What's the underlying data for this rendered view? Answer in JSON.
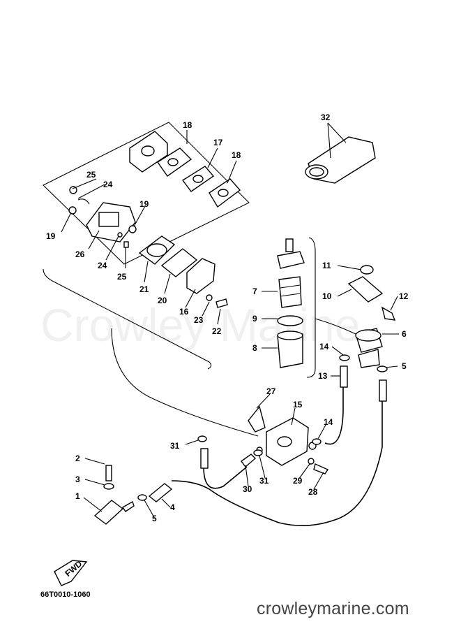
{
  "diagram": {
    "watermark": "Crowley Marine",
    "fwd_label": "FWD",
    "drawing_code": "66T0010-1060",
    "site": "crowleymarine.com",
    "colors": {
      "ink": "#000000",
      "watermark": "#e6e6e6",
      "site_text": "#444444"
    },
    "callouts": [
      "1",
      "2",
      "3",
      "4",
      "5",
      "5",
      "6",
      "7",
      "8",
      "9",
      "10",
      "11",
      "12",
      "13",
      "14",
      "14",
      "15",
      "16",
      "17",
      "18",
      "18",
      "19",
      "19",
      "20",
      "21",
      "22",
      "23",
      "24",
      "24",
      "25",
      "25",
      "26",
      "27",
      "28",
      "29",
      "30",
      "31",
      "31",
      "32"
    ]
  }
}
